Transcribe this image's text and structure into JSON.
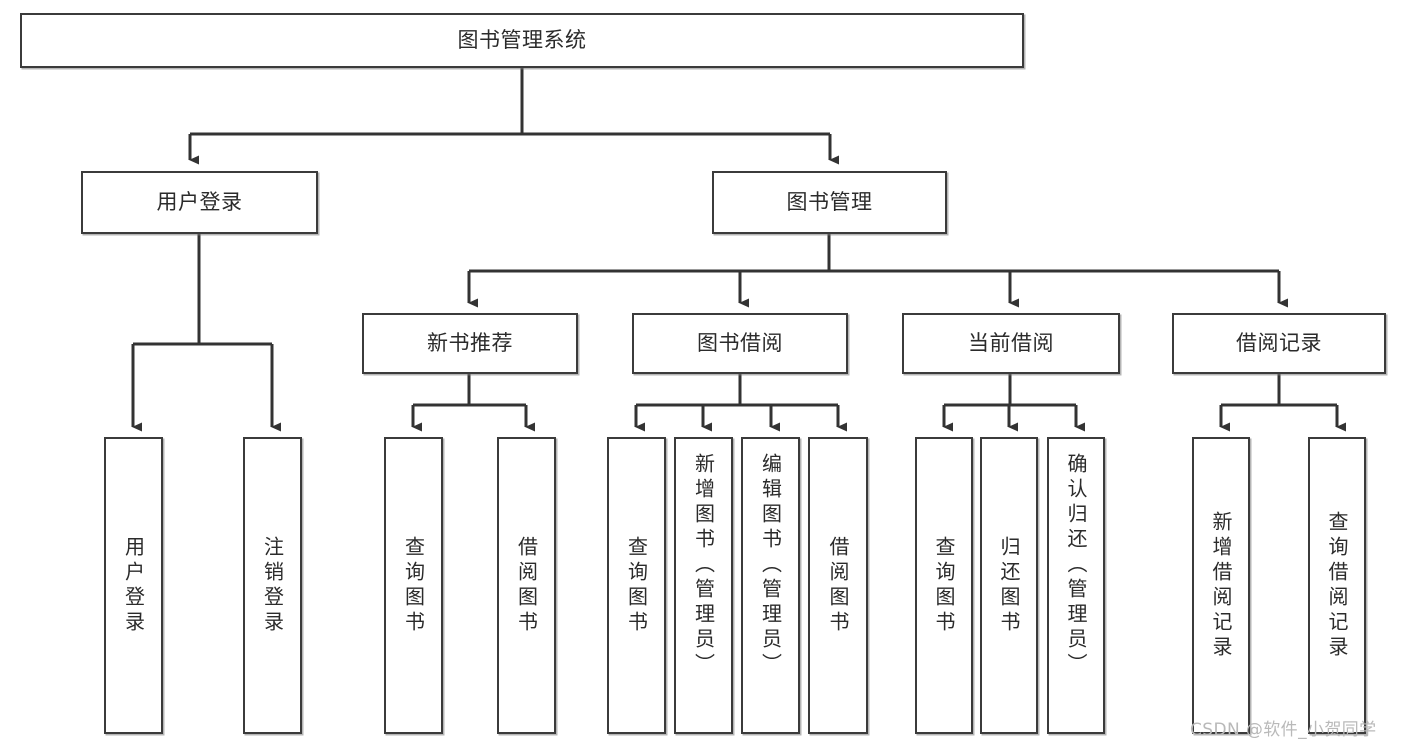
{
  "diagram": {
    "title": "图书管理系统",
    "type": "功能结构图",
    "root": {
      "id": "root",
      "label": "图书管理系统"
    },
    "branches": [
      {
        "id": "user-login",
        "label": "用户登录"
      },
      {
        "id": "book-management",
        "label": "图书管理"
      }
    ],
    "mid_nodes": [
      {
        "id": "new-book-recommend",
        "label": "新书推荐"
      },
      {
        "id": "book-borrow",
        "label": "图书借阅"
      },
      {
        "id": "current-borrow",
        "label": "当前借阅"
      },
      {
        "id": "borrow-record",
        "label": "借阅记录"
      }
    ],
    "leaves": {
      "user-login": [
        {
          "id": "leaf-user-login",
          "label": "用户登录"
        },
        {
          "id": "leaf-logout",
          "label": "注销登录"
        }
      ],
      "new-book-recommend": [
        {
          "id": "leaf-query-book-1",
          "label": "查询图书"
        },
        {
          "id": "leaf-borrow-book-1",
          "label": "借阅图书"
        }
      ],
      "book-borrow": [
        {
          "id": "leaf-query-book-2",
          "label": "查询图书"
        },
        {
          "id": "leaf-add-book",
          "label": "新增图书（管理员）"
        },
        {
          "id": "leaf-edit-book",
          "label": "编辑图书（管理员）"
        },
        {
          "id": "leaf-borrow-book-2",
          "label": "借阅图书"
        }
      ],
      "current-borrow": [
        {
          "id": "leaf-query-book-3",
          "label": "查询图书"
        },
        {
          "id": "leaf-return-book",
          "label": "归还图书"
        },
        {
          "id": "leaf-confirm-return",
          "label": "确认归还（管理员）"
        }
      ],
      "borrow-record": [
        {
          "id": "leaf-add-record",
          "label": "新增借阅记录"
        },
        {
          "id": "leaf-query-record",
          "label": "查询借阅记录"
        }
      ]
    },
    "watermark": "CSDN @软件_小贺同学",
    "colors": {
      "border": "#3b3b3b",
      "text": "#2b2b2b",
      "background": "#ffffff",
      "connector": "#333333",
      "watermark": "#b9b9b9"
    }
  }
}
